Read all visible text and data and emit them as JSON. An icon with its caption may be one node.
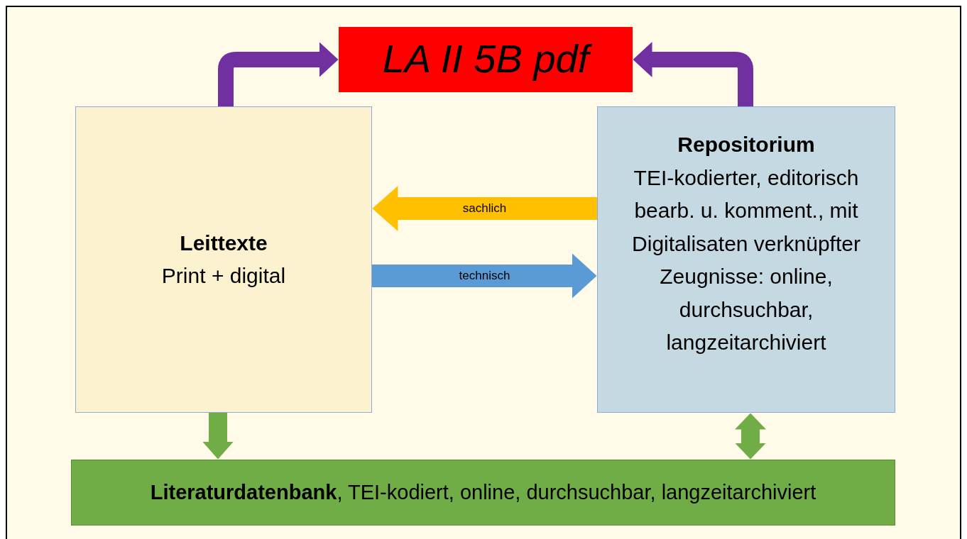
{
  "diagram": {
    "nodes": [
      {
        "text": [
          "LA II 5B pdf"
        ]
      },
      {
        "text": [
          "Leittexte",
          "Print + digital"
        ]
      },
      {
        "text": [
          "Repositorium",
          "TEI-kodierter, editorisch bearb. u. komment., mit Digitalisaten verknüpfter Zeugnisse: online, durchsuchbar, langzeitarchiviert"
        ]
      },
      {
        "text": [
          "**Literaturdatenbank**, TEI-kodiert, online, durchsuchbar, langzeitarchiviert"
        ]
      }
    ],
    "edges": [
      {
        "from": 1,
        "to": 0,
        "arrow": "to",
        "color": "#7030a0"
      },
      {
        "from": 2,
        "to": 0,
        "arrow": "to",
        "color": "#7030a0"
      },
      {
        "from": 2,
        "to": 1,
        "arrow": "to",
        "label": "sachlich",
        "color": "#ffc000"
      },
      {
        "from": 1,
        "to": 2,
        "arrow": "to",
        "label": "technisch",
        "color": "#5b9bd5"
      },
      {
        "from": 1,
        "to": 3,
        "arrow": "to",
        "color": "#70ad47"
      },
      {
        "from": 2,
        "to": 3,
        "arrow": "both",
        "color": "#70ad47"
      }
    ]
  }
}
